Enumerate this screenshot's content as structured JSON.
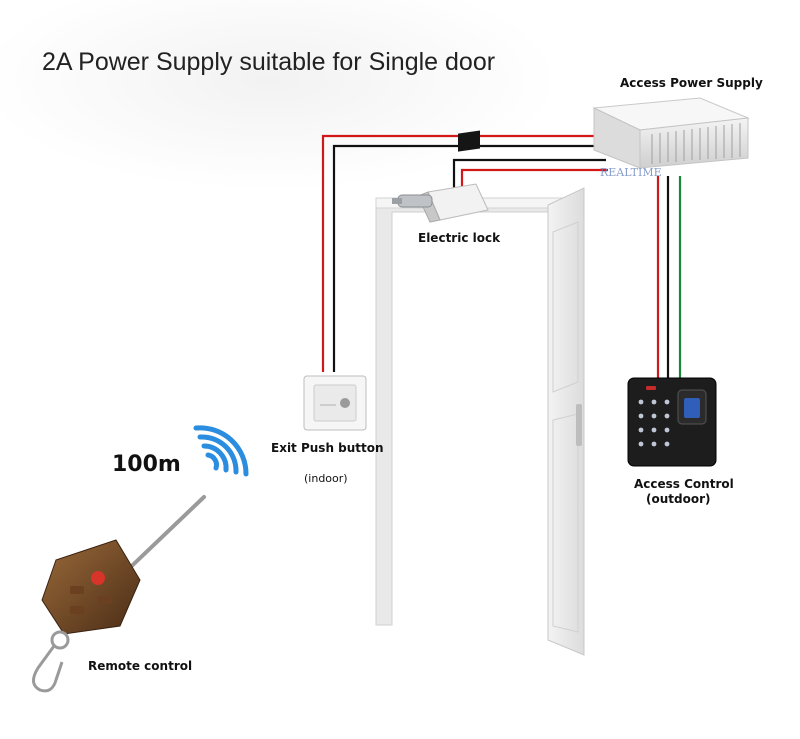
{
  "title": "2A Power Supply suitable for Single door",
  "labels": {
    "power_supply": "Access Power Supply",
    "brand_mark": "REALTIME",
    "electric_lock": "Electric lock",
    "exit_button": "Exit Push button",
    "exit_button_location": "(indoor)",
    "access_control": "Access Control",
    "access_control_location": "(outdoor)",
    "range": "100m",
    "remote": "Remote control"
  },
  "colors": {
    "wire_red": "#d01818",
    "wire_black": "#111111",
    "wire_green": "#1a8a3a",
    "signal_blue": "#2a8de0"
  }
}
